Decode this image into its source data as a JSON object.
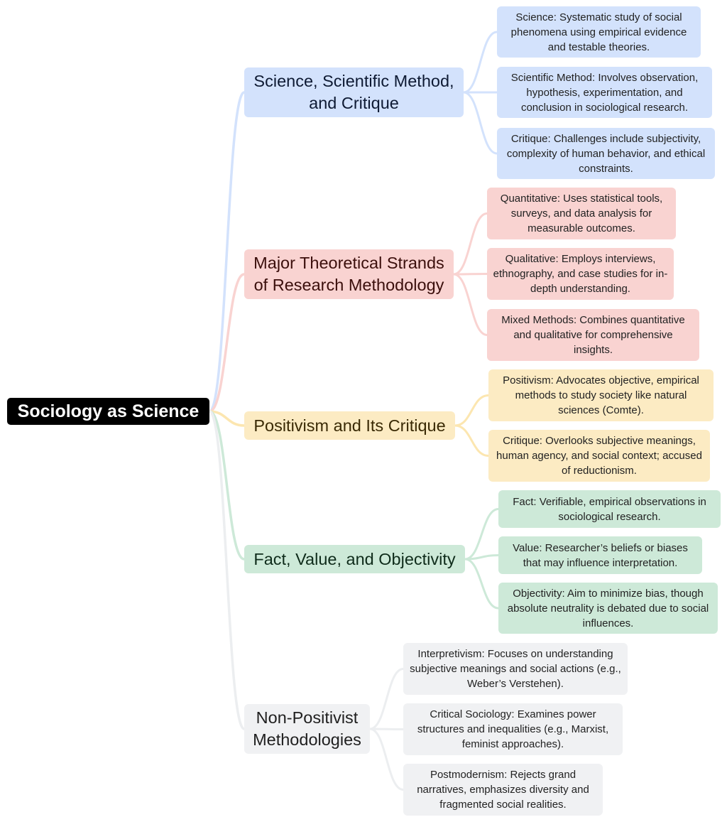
{
  "root": {
    "label": "Sociology as Science"
  },
  "branches": [
    {
      "label": "Science, Scientific Method, and Critique",
      "color": "#d3e2fc",
      "edge_color": "#d3e2fc",
      "children": [
        "Science: Systematic study of social phenomena using empirical evidence and testable theories.",
        "Scientific Method: Involves observation, hypothesis, experimentation, and conclusion in sociological research.",
        "Critique: Challenges include subjectivity, complexity of human behavior, and ethical constraints."
      ]
    },
    {
      "label": "Major Theoretical Strands of Research Methodology",
      "color": "#f9d3d1",
      "edge_color": "#f9d3d1",
      "children": [
        "Quantitative: Uses statistical tools, surveys, and data analysis for measurable outcomes.",
        "Qualitative: Employs interviews, ethnography, and case studies for in-depth understanding.",
        "Mixed Methods: Combines quantitative and qualitative for comprehensive insights."
      ]
    },
    {
      "label": "Positivism and Its Critique",
      "color": "#fcebc3",
      "edge_color": "#fce6b0",
      "children": [
        "Positivism: Advocates objective, empirical methods to study society like natural sciences (Comte).",
        "Critique: Overlooks subjective meanings, human agency, and social context; accused of reductionism."
      ]
    },
    {
      "label": "Fact, Value, and Objectivity",
      "color": "#cde9d8",
      "edge_color": "#cde9d8",
      "children": [
        "Fact: Verifiable, empirical observations in sociological research.",
        "Value: Researcher’s beliefs or biases that may influence interpretation.",
        "Objectivity: Aim to minimize bias, though absolute neutrality is debated due to social influences."
      ]
    },
    {
      "label": "Non-Positivist Methodologies",
      "color": "#f0f1f3",
      "edge_color": "#eceef0",
      "children": [
        "Interpretivism: Focuses on understanding subjective meanings and social actions (e.g., Weber’s Verstehen).",
        "Critical Sociology: Examines power structures and inequalities (e.g., Marxist, feminist approaches).",
        "Postmodernism: Rejects grand narratives, emphasizes diversity and fragmented social realities."
      ]
    }
  ]
}
